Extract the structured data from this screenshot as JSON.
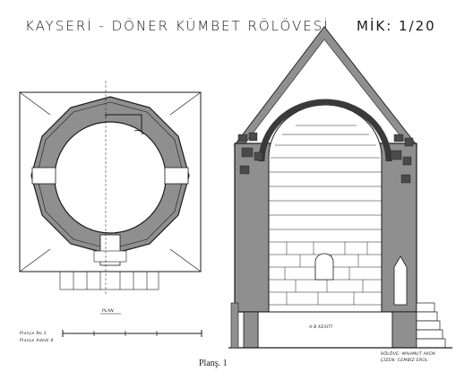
{
  "title": "KAYSERİ - DÖNER KÜMBET RÖLÖVESİ",
  "scale": "MİK: 1/20",
  "plan_label": "PLAN",
  "section_label": "A-B KESİTİ",
  "caption": "Planş. 1",
  "legend": [
    "Plançe No  1",
    "Plançe Adedi  4"
  ],
  "credits": [
    "RÖLÖVE: MAHMUT AKOK",
    "ÇİZEN: CEMBİZ EROL"
  ],
  "colors": {
    "ink": "#1a1a1a",
    "wall_fill": "#8f8f8f",
    "paper": "#ffffff"
  }
}
